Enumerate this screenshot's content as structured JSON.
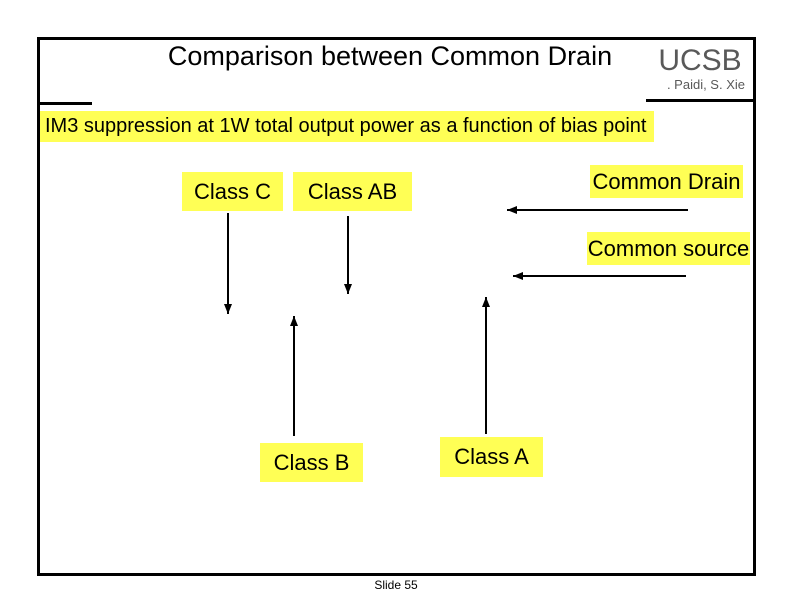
{
  "slide": {
    "title": "Comparison between Common Drain",
    "logo": "UCSB",
    "byline": ". Paidi, S. Xie",
    "subtitle": "IM3 suppression at 1W total output power as a function of bias point",
    "labels": {
      "class_c": "Class C",
      "class_ab": "Class AB",
      "common_drain": "Common Drain",
      "common_source": "Common source",
      "class_b": "Class B",
      "class_a": "Class A"
    },
    "footer": "Slide 55",
    "colors": {
      "highlight_yellow": "#FFFF55",
      "frame_border": "#000000",
      "logo_gray": "#595959",
      "arrow_black": "#000000"
    }
  }
}
